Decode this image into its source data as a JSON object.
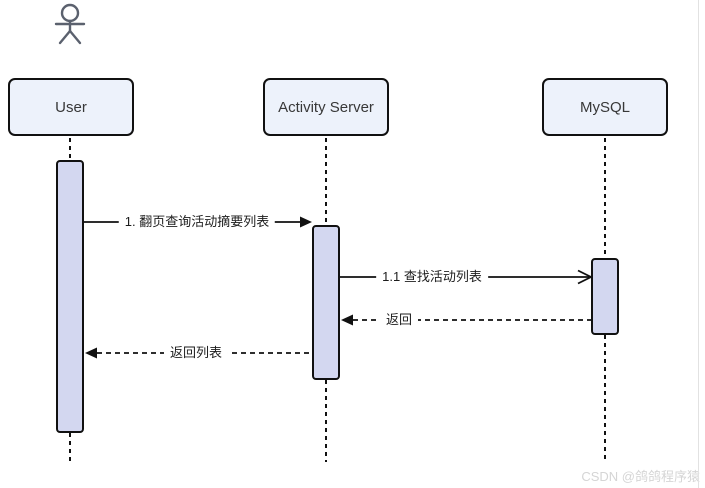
{
  "diagram": {
    "type": "uml-sequence",
    "participants": [
      {
        "id": "user",
        "label": "User"
      },
      {
        "id": "server",
        "label": "Activity Server"
      },
      {
        "id": "mysql",
        "label": "MySQL"
      }
    ],
    "messages": [
      {
        "seq": "1",
        "label": "1. 翻页查询活动摘要列表",
        "from": "User",
        "to": "Activity Server",
        "line": "solid",
        "arrow": "filled"
      },
      {
        "seq": "1.1",
        "label": "1.1 查找活动列表",
        "from": "Activity Server",
        "to": "MySQL",
        "line": "solid",
        "arrow": "open"
      },
      {
        "seq": "",
        "label": "返回",
        "from": "MySQL",
        "to": "Activity Server",
        "line": "dashed",
        "arrow": "filled"
      },
      {
        "seq": "",
        "label": "返回列表",
        "from": "Activity Server",
        "to": "User",
        "line": "dashed",
        "arrow": "filled"
      }
    ],
    "icons": [
      {
        "name": "actor-icon",
        "meaning": "stick-figure actor above User lifeline"
      }
    ]
  },
  "watermark": {
    "text": "CSDN @鸽鸽程序猿"
  },
  "colors": {
    "participant_fill": "#edf2fb",
    "activation_fill": "#d3d7f0",
    "stroke": "#111111",
    "actor_color": "#5b616e",
    "watermark_color": "#d5d5d5",
    "page_border": "#e2e2e2"
  }
}
